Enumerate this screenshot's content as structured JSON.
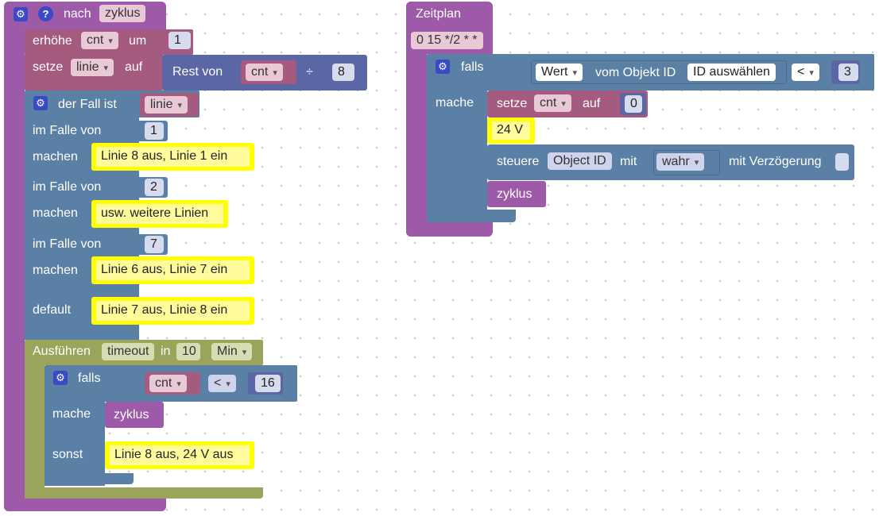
{
  "left_block": {
    "header": {
      "label": "nach",
      "name": "zyklus"
    },
    "increment": {
      "label": "erhöhe",
      "var": "cnt",
      "by_label": "um",
      "value": "1"
    },
    "set_line": {
      "label": "setze",
      "var": "linie",
      "to_label": "auf",
      "op_label": "Rest von",
      "var2": "cnt",
      "op": "÷",
      "divisor": "8"
    },
    "switch": {
      "title": "der Fall ist",
      "var": "linie",
      "case_label": "im Falle von",
      "do_label": "machen",
      "default_label": "default",
      "cases": [
        {
          "value": "1",
          "text": "Linie 8 aus, Linie 1 ein"
        },
        {
          "value": "2",
          "text": "usw. weitere Linien"
        },
        {
          "value": "7",
          "text": "Linie 6 aus, Linie 7 ein"
        }
      ],
      "default_text": "Linie 7 aus, Linie 8 ein"
    },
    "timeout": {
      "label": "Ausführen",
      "name": "timeout",
      "in_label": "in",
      "value": "10",
      "unit": "Min",
      "if": {
        "label": "falls",
        "var": "cnt",
        "op": "<",
        "value": "16",
        "then_label": "mache",
        "then_call": "zyklus",
        "else_label": "sonst",
        "else_text": "Linie 8 aus, 24 V aus"
      }
    }
  },
  "right_block": {
    "title": "Zeitplan",
    "cron": "0 15 */2 * *",
    "if": {
      "label": "falls",
      "value_dropdown": "Wert",
      "of_object_label": "vom Objekt ID",
      "object_select": "ID auswählen",
      "op": "<",
      "compare_value": "3",
      "then_label": "mache",
      "set": {
        "label": "setze",
        "var": "cnt",
        "to_label": "auf",
        "value": "0"
      },
      "comment": "24 V",
      "control": {
        "label": "steuere",
        "object": "Object ID",
        "with_label": "mit",
        "value": "wahr",
        "delay_label": "mit Verzögerung"
      },
      "call": "zyklus"
    }
  },
  "colors": {
    "event_purple": "#9c5aa8",
    "variable_pink": "#a55b80",
    "logic_blue": "#5b80a5",
    "math_indigo": "#5b67a5",
    "timeout_olive": "#9aa55b",
    "comment_yellow": "#ffff00"
  }
}
